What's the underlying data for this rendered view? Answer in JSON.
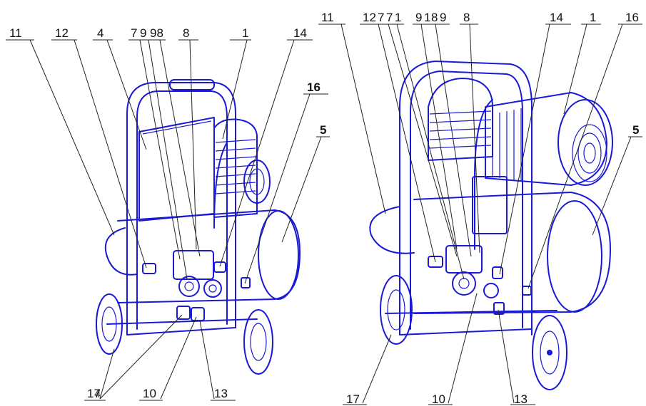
{
  "diagrams": [
    {
      "labels": [
        {
          "id": "l1",
          "text": "11"
        },
        {
          "id": "l2",
          "text": "12"
        },
        {
          "id": "l3",
          "text": "4"
        },
        {
          "id": "l4",
          "text": "7"
        },
        {
          "id": "l5",
          "text": "9"
        },
        {
          "id": "l6",
          "text": "98"
        },
        {
          "id": "l7",
          "text": "8"
        },
        {
          "id": "l8",
          "text": "1"
        },
        {
          "id": "l9",
          "text": "14"
        },
        {
          "id": "l10",
          "text": "16"
        },
        {
          "id": "l11",
          "text": "5"
        },
        {
          "id": "l12",
          "text": "17"
        },
        {
          "id": "l13",
          "text": "4"
        },
        {
          "id": "l14",
          "text": "10"
        },
        {
          "id": "l15",
          "text": "13"
        }
      ]
    },
    {
      "labels": [
        {
          "id": "r1",
          "text": "11"
        },
        {
          "id": "r2",
          "text": "12"
        },
        {
          "id": "r3",
          "text": "7"
        },
        {
          "id": "r4",
          "text": "7"
        },
        {
          "id": "r5",
          "text": "1"
        },
        {
          "id": "r6",
          "text": "9"
        },
        {
          "id": "r7",
          "text": "1"
        },
        {
          "id": "r8",
          "text": "8"
        },
        {
          "id": "r9",
          "text": "9"
        },
        {
          "id": "r10",
          "text": "8"
        },
        {
          "id": "r11",
          "text": "14"
        },
        {
          "id": "r12",
          "text": "1"
        },
        {
          "id": "r13",
          "text": "16"
        },
        {
          "id": "r14",
          "text": "5"
        },
        {
          "id": "r15",
          "text": "17"
        },
        {
          "id": "r16",
          "text": "10"
        },
        {
          "id": "r17",
          "text": "13"
        }
      ]
    }
  ]
}
